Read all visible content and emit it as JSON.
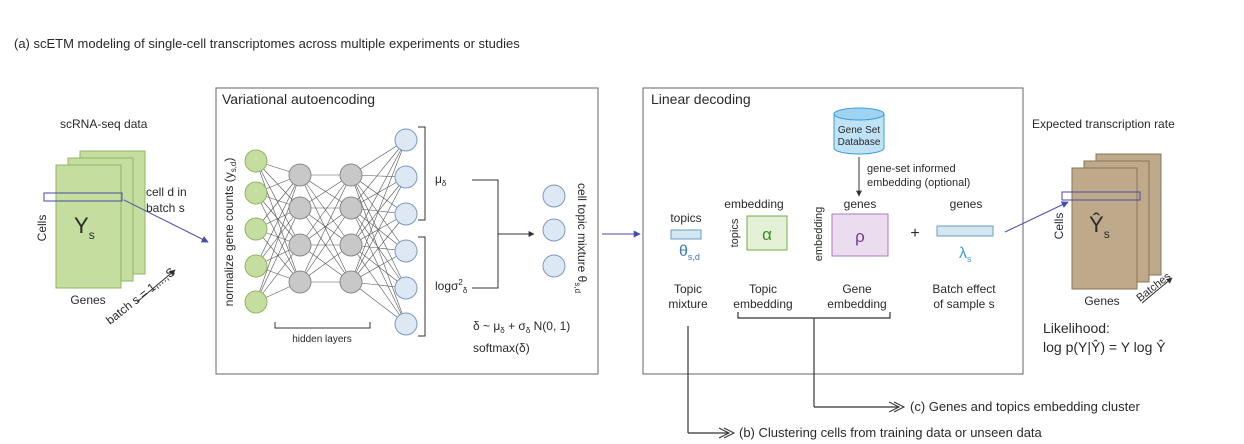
{
  "title": "(a) scETM modeling of single-cell transcriptomes across multiple experiments or studies",
  "input": {
    "label": "scRNA-seq data",
    "matrix": "Y",
    "matrix_sub": "s",
    "cells": "Cells",
    "genes": "Genes",
    "batch": "batch s = 1,...,S",
    "cell_note_1": "cell d in",
    "cell_note_2": "batch s"
  },
  "vae": {
    "title": "Variational autoencoding",
    "input_label": "normalize gene counts (y",
    "input_sub": "s,d",
    "hidden": "hidden layers",
    "mu": "μ",
    "mu_sub": "δ",
    "logsig": "logσ",
    "logsig_sup": "2",
    "logsig_sub": "δ",
    "topic_mix_label": "cell topic mixture θ",
    "topic_mix_sub": "s,d",
    "eq1": "δ ~ μ",
    "eq1_mid": " + σ",
    "eq1_end": " N(0, 1)",
    "eq1_sub": "δ",
    "eq2": "softmax(δ)"
  },
  "decoder": {
    "title": "Linear decoding",
    "db_1": "Gene Set",
    "db_2": "Database",
    "geneset_1": "gene-set informed",
    "geneset_2": "embedding (optional)",
    "topics": "topics",
    "theta": "θ",
    "theta_sub": "s,d",
    "embedding": "embedding",
    "topics_side": "topics",
    "alpha": "α",
    "embedding_side": "embedding",
    "genes_1": "genes",
    "rho": "ρ",
    "plus": "+",
    "genes_2": "genes",
    "lambda": "λ",
    "lambda_sub": "s",
    "cap_topic_1": "Topic",
    "cap_topic_2": "mixture",
    "cap_temb_1": "Topic",
    "cap_temb_2": "embedding",
    "cap_gemb_1": "Gene",
    "cap_gemb_2": "embedding",
    "cap_batch_1": "Batch effect",
    "cap_batch_2": "of sample s"
  },
  "output": {
    "label": "Expected transcription rate",
    "matrix": "Ŷ",
    "matrix_sub": "s",
    "cells": "Cells",
    "genes": "Genes",
    "batches": "Batches",
    "lik_1": "Likelihood:",
    "lik_2": "log p(Y|Ŷ) = Y log Ŷ"
  },
  "links": {
    "c": "(c) Genes and topics embedding cluster",
    "b": "(b) Clustering cells from training data or unseen data"
  },
  "colors": {
    "green_fill": "#c5dea0",
    "green_stroke": "#8fb563",
    "grey_node": "#c8c8c8",
    "blue_node": "#dde8f4",
    "tan_fill": "#bfa98b",
    "emb_purple": "#ecdcf0",
    "emb_green": "#e3f1d6",
    "emb_blue": "#d3e7f2",
    "arrow_blue": "#4a4aa8"
  }
}
